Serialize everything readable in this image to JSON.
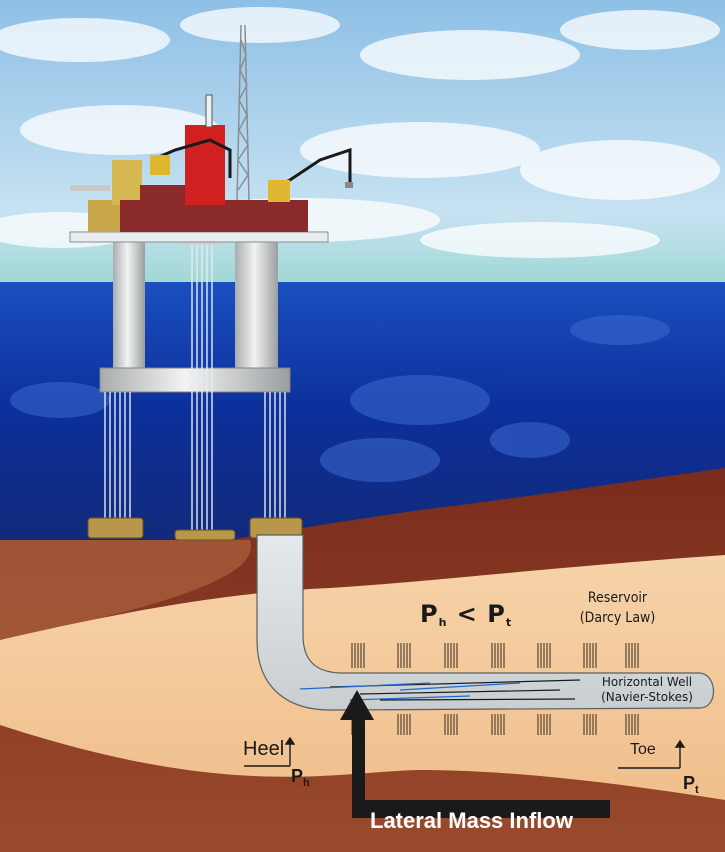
{
  "labels": {
    "pressure_heel_symbol": "P",
    "pressure_heel_sub": "h",
    "less_than": "<",
    "pressure_toe_symbol": "P",
    "pressure_toe_sub": "t",
    "reservoir_line1": "Reservoir",
    "reservoir_line2": "(Darcy Law)",
    "horizontal_well_line1": "Horizontal Well",
    "horizontal_well_line2": "(Navier-Stokes)",
    "heel": "Heel",
    "toe": "Toe",
    "lateral_mass_inflow": "Lateral Mass Inflow"
  },
  "colors": {
    "sky": "#9cc8ea",
    "sea_deep": "#0a2a8c",
    "seabed": "#8a3a22",
    "reservoir": "#f4c89a",
    "well": "#d9dde0",
    "platform_deck": "#8b2a2a",
    "derrick_red": "#d02020",
    "arrow": "#1a1a1a"
  },
  "icons": {
    "platform": "offshore-platform-icon",
    "inflow_arrow": "up-arrow-icon",
    "flow_arrows": "left-arrow-icon"
  }
}
